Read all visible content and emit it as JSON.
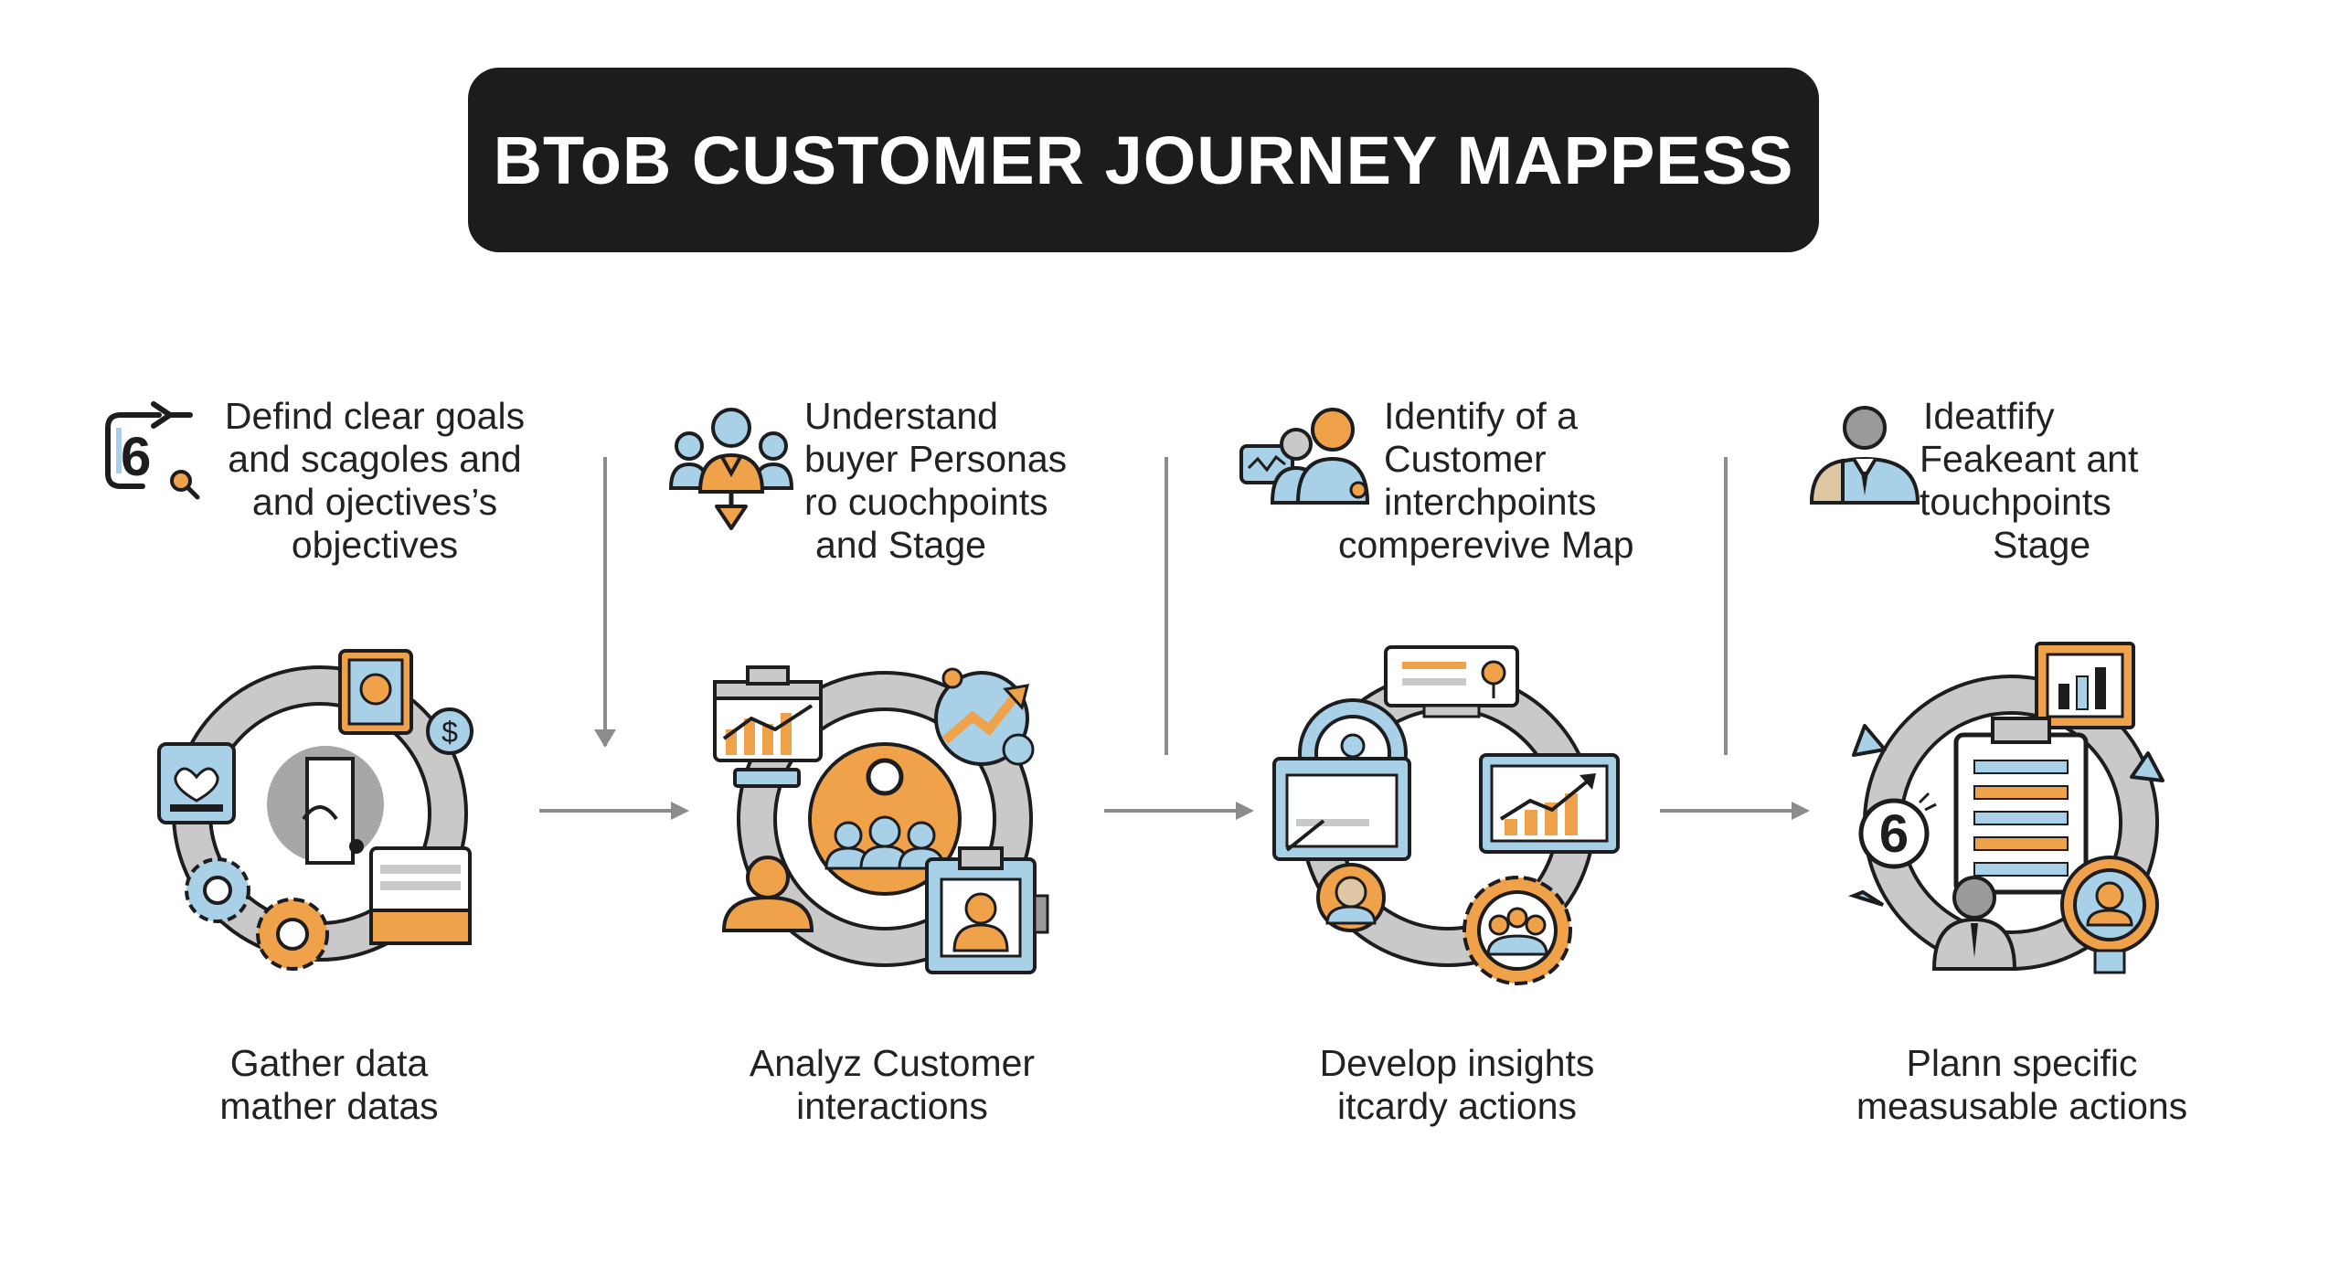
{
  "title": "BToB CUSTOMER JOURNEY MAPPESS",
  "colors": {
    "banner": "#1c1c1e",
    "accent_orange": "#f0a24a",
    "accent_blue": "#a8d0e6",
    "ring_gray": "#c9c9c9",
    "line_dark": "#1d1d1f"
  },
  "steps": [
    {
      "icon": "refresh-number-icon",
      "badge": "6",
      "heading": [
        "Defind clear goals",
        "and scagoles and",
        "and ojectives’s",
        "objectives"
      ],
      "caption": [
        "Gather data",
        "mather datas"
      ]
    },
    {
      "icon": "team-persona-icon",
      "heading": [
        "Understand",
        "buyer Personas",
        "ro cuochpoints",
        "and Stage"
      ],
      "caption": [
        "Analyz Customer",
        "interactions"
      ]
    },
    {
      "icon": "customer-screen-icon",
      "heading": [
        "Identify of a",
        "Customer",
        "interchpoints",
        "comperevive Map"
      ],
      "caption": [
        "Develop insights",
        "itcardy actions"
      ]
    },
    {
      "icon": "business-person-icon",
      "heading": [
        "Ideatfify",
        "Feakeant ant",
        "touchpoints",
        "Stage"
      ],
      "caption": [
        "Plann specific",
        "measusable actions"
      ]
    }
  ],
  "cycle_badge": "6"
}
